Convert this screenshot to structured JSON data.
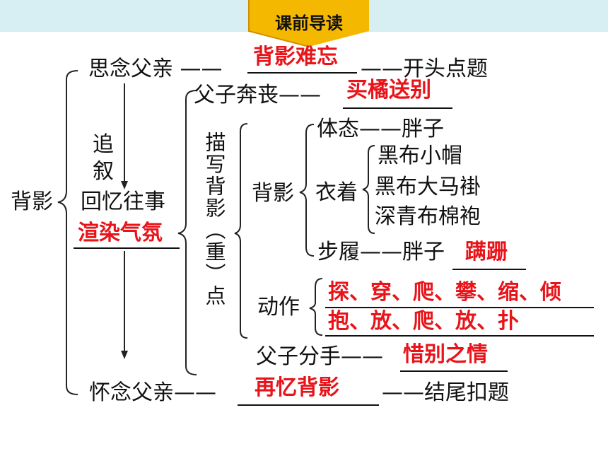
{
  "header": {
    "title": "课前导读",
    "colors": {
      "top_bar": "#d7eef3",
      "badge": "#f5b800"
    }
  },
  "diagram": {
    "root": "背影",
    "start": {
      "label": "思念父亲 ——",
      "answer": "背影难忘",
      "suffix": "——开头点题"
    },
    "flashback": {
      "label_1": "追",
      "label_2": "叙",
      "memory": "回忆往事",
      "answer": "渲染气氛"
    },
    "parting": {
      "label": "父子奔丧——",
      "answer": "买橘送别"
    },
    "focus": {
      "label": "描写背影（重）点"
    },
    "back": {
      "label": "背影",
      "posture": "体态——胖子",
      "clothing": {
        "label": "衣着",
        "items": [
          "黑布小帽",
          "黑布大马褂",
          "深青布棉袍"
        ]
      },
      "gait": {
        "label": "步履——胖子",
        "answer": "蹒跚"
      }
    },
    "action": {
      "label": "动作",
      "line_1": "探、穿、爬、攀、缩、倾",
      "line_2": "抱、放、爬、放、扑"
    },
    "farewell": {
      "label": "父子分手——",
      "answer": "惜别之情"
    },
    "end": {
      "label": "怀念父亲——",
      "answer": "再忆背影",
      "suffix": "——结尾扣题"
    },
    "colors": {
      "answer": "#e8141a",
      "text": "#111111"
    }
  }
}
